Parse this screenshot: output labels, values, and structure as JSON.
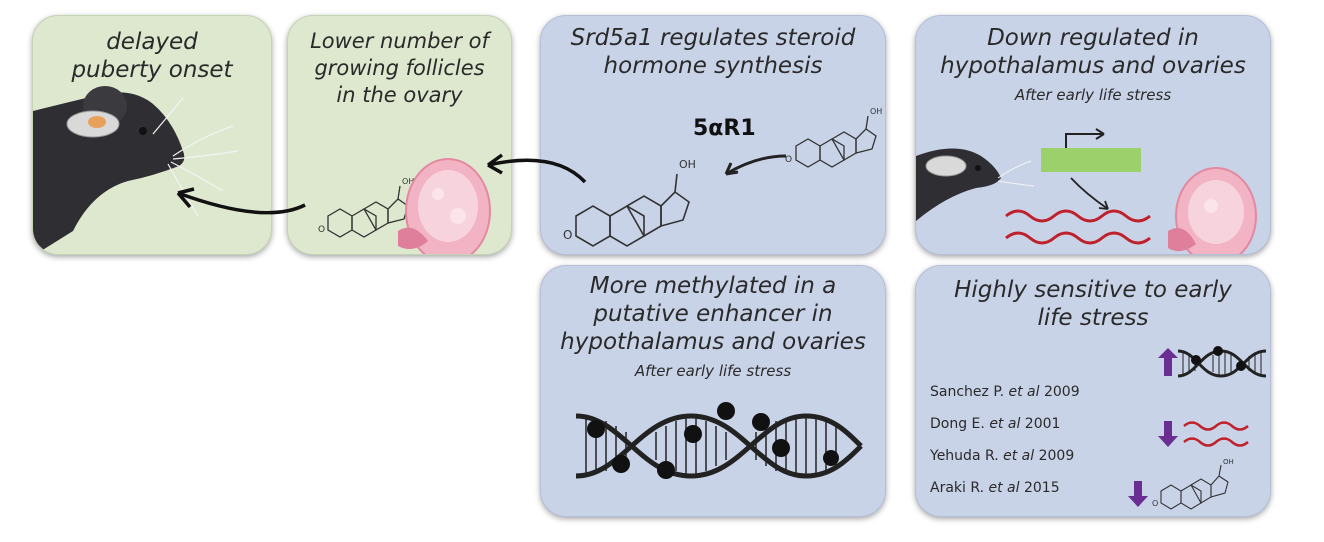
{
  "panels": {
    "puberty": {
      "title": "delayed\npuberty onset"
    },
    "follicles": {
      "title": "Lower number of\ngrowing follicles\nin the ovary"
    },
    "srd5a1": {
      "title": "Srd5a1 regulates steroid\nhormone synthesis",
      "enzyme": "5αR1"
    },
    "downregulated": {
      "title": "Down regulated in\nhypothalamus and ovaries",
      "subtitle": "After early life stress"
    },
    "methylated": {
      "title": "More methylated in a\nputative enhancer in\nhypothalamus and ovaries",
      "subtitle": "After early life stress"
    },
    "sensitive": {
      "title": "Highly sensitive to early\nlife stress",
      "references": [
        {
          "author": "Sanchez P.",
          "etal": "et al",
          "year": "2009"
        },
        {
          "author": "Dong E.",
          "etal": "et al",
          "year": "2001"
        },
        {
          "author": "Yehuda R.",
          "etal": "et al",
          "year": "2009"
        },
        {
          "author": "Araki R.",
          "etal": "et al",
          "year": "2015"
        }
      ]
    }
  },
  "colors": {
    "green_panel": "#dde8cf",
    "blue_panel": "#c9d3e8",
    "mouse": "#2f2f33",
    "gene_box": "#9bd06a",
    "mrna": "#c0202a",
    "arrow_purple": "#6a2d91",
    "ovary_pink": "#f2b4c4"
  }
}
